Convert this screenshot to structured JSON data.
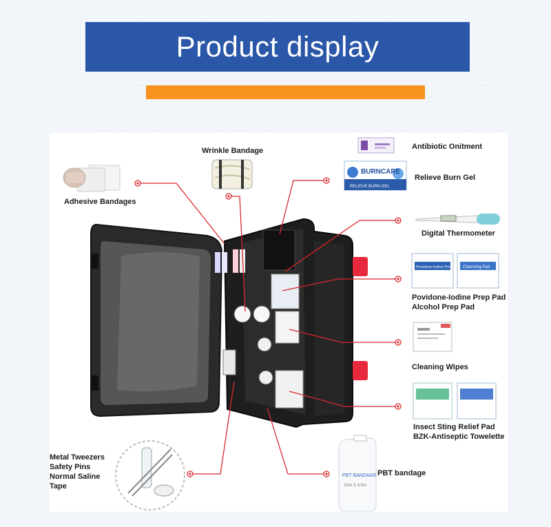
{
  "header": {
    "title": "Product display"
  },
  "products": {
    "wrinkle_bandage": "Wrinkle Bandage",
    "adhesive_bandages": "Adhesive Bandages",
    "antibiotic_ointment": "Antibiotic Onitment",
    "relieve_burn_gel": "Relieve Burn Gel",
    "digital_thermometer": "Digital Thermometer",
    "povidone_iodine": "Povidone-Iodine Prep Pad",
    "alcohol_prep_pad": "Alcohol Prep Pad",
    "cleaning_wipes": "Cleaning Wipes",
    "insect_sting": "Insect Sting Relief Pad",
    "bzk_towelette": "BZK-Antiseptic Towelette",
    "metal_tweezers": "Metal Tweezers",
    "safety_pins": "Safety Pins",
    "normal_saline": "Normal Saline",
    "tape": "Tape",
    "pbt_bandage": "PBT bandage"
  },
  "packaging_text": {
    "burncare_brand": "BURNCARE",
    "burncare_sub": "RELIEVE BURN GEL",
    "povidone_pad": "Povidone-Iodine Prep Pad",
    "cleansing_pad": "Cleansing Pad",
    "pbt_roll": "PBT BANDAGE",
    "pbt_size": "5cm X 4.5m"
  },
  "colors": {
    "title_bg": "#2b57a8",
    "accent_orange": "#f7931e",
    "leader_red": "#d9262c",
    "case_black": "#1e1e1e",
    "latch_red": "#e8283c"
  }
}
